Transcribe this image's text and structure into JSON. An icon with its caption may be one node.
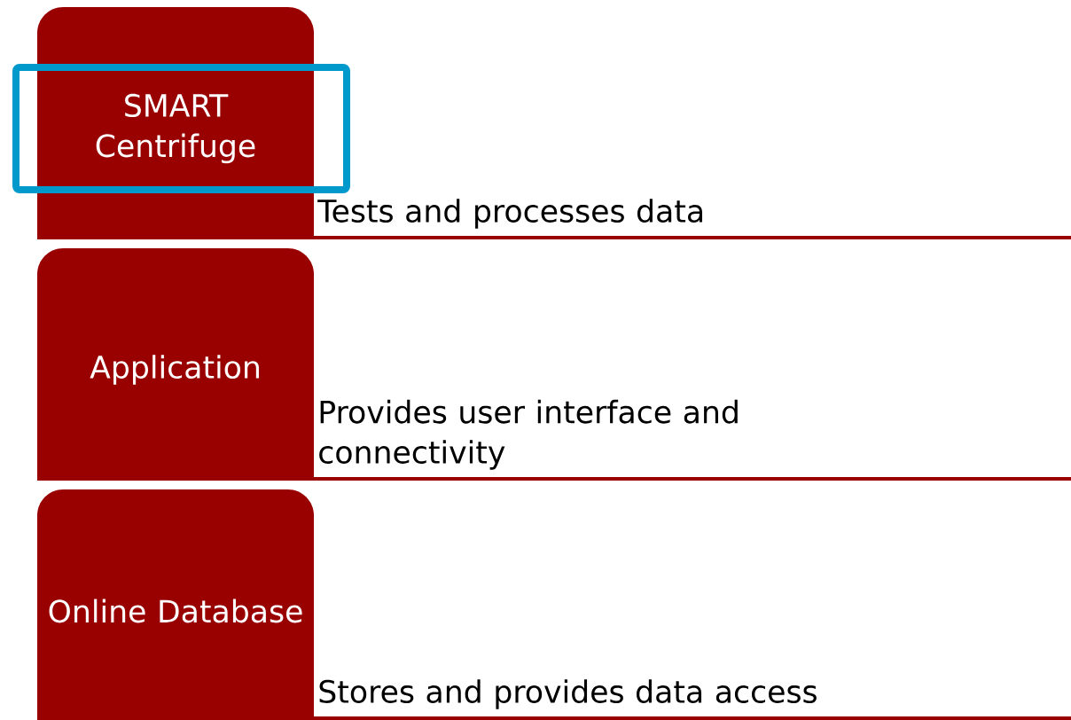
{
  "diagram": {
    "nodes": [
      {
        "text": [
          "SMART Centrifuge"
        ],
        "beside": [
          "Tests and processes data"
        ]
      },
      {
        "text": [
          "Application"
        ],
        "beside": [
          "Provides user interface and connectivity"
        ]
      },
      {
        "text": [
          "Online Database"
        ],
        "beside": [
          "Stores and provides data access"
        ]
      }
    ]
  }
}
